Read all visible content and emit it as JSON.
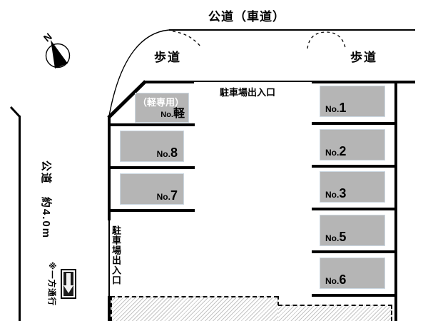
{
  "title": "公道（車道）",
  "compass": {
    "label": "N"
  },
  "sidewalks": {
    "left": "歩道",
    "right": "歩道"
  },
  "entrances": {
    "top": "駐車場出入口",
    "left": "駐車場出入口"
  },
  "left_road": {
    "label": "公道　約4.0m"
  },
  "one_way": {
    "label": "※一方通行",
    "icon": "one-way-down-arrow-sign"
  },
  "spaces": {
    "kei": {
      "note": "（軽専用）",
      "prefix": "No.",
      "number": "軽"
    },
    "left": [
      {
        "prefix": "No.",
        "number": "8"
      },
      {
        "prefix": "No.",
        "number": "7"
      }
    ],
    "right": [
      {
        "prefix": "No.",
        "number": "1"
      },
      {
        "prefix": "No.",
        "number": "2"
      },
      {
        "prefix": "No.",
        "number": "3"
      },
      {
        "prefix": "No.",
        "number": "5"
      },
      {
        "prefix": "No.",
        "number": "6"
      }
    ]
  },
  "colors": {
    "space_fill": "#b5b5b5",
    "line": "#000000",
    "kei_note_text": "#ffffff",
    "hatch": "#c4c4c4"
  }
}
